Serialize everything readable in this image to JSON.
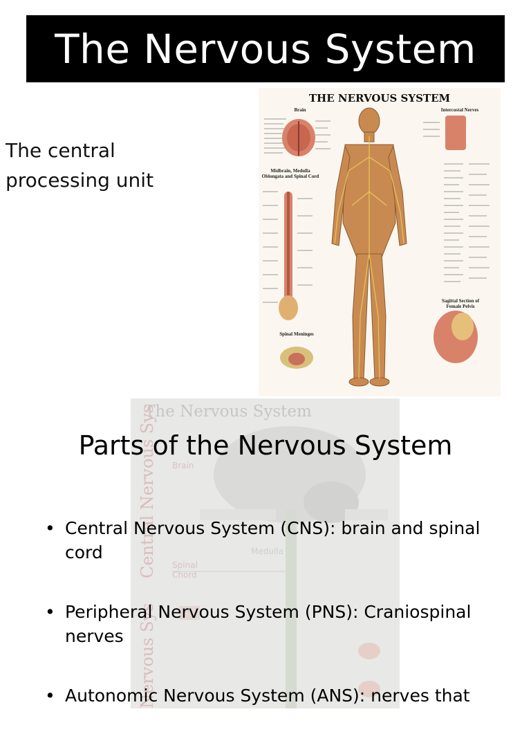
{
  "slide1": {
    "title": "The Nervous System",
    "subtitle_line1": "The central",
    "subtitle_line2": "processing unit"
  },
  "poster": {
    "title": "THE NERVOUS SYSTEM",
    "labels": {
      "brain": "Brain",
      "intercostal": "Intercostal Nerves",
      "midbrain": "Midbrain, Medulla Oblongata and Spinal Cord",
      "meninges": "Spinal Meninges",
      "pelvis": "Sagittal Section of Female Pelvis"
    }
  },
  "slide2": {
    "ghost_title": "The Nervous System",
    "ghost_side_1": "Central Nervous Sys",
    "ghost_side_2": "Nervous Sys",
    "ghost_labels": [
      "Brain",
      "Spinal Chord",
      "Medulla"
    ],
    "heading": "Parts of the Nervous System",
    "bullet_symbol": "•",
    "bullets": [
      "Central Nervous System (CNS): brain and spinal cord",
      "Peripheral Nervous System (PNS): Craniospinal nerves",
      "Autonomic Nervous System (ANS): nerves that"
    ]
  },
  "colors": {
    "title_bar": "#000000",
    "poster_bg": "#fbf7f0",
    "body_tone": "#c98a52",
    "nerve_yellow": "#e8c65a",
    "ghost_panel": "#e8e8e6"
  }
}
